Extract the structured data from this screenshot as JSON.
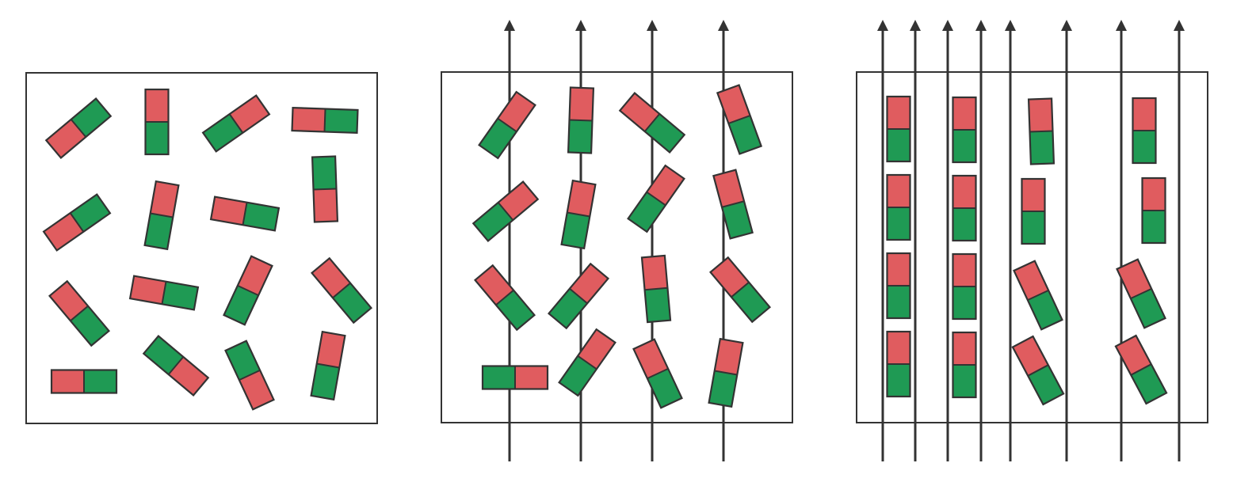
{
  "colors": {
    "north": "#e05c5f",
    "south": "#1f9a54",
    "outline": "#333333",
    "field_line": "#333333",
    "background": "#ffffff"
  },
  "panels": [
    {
      "id": "random-domains",
      "field_lines": 0,
      "magnets": [
        {
          "angle": -130,
          "flipped": false
        },
        {
          "angle": 0,
          "flipped": false
        },
        {
          "angle": 55,
          "flipped": false
        },
        {
          "angle": -88,
          "flipped": false
        },
        {
          "angle": 55,
          "flipped": true
        },
        {
          "angle": 10,
          "flipped": false
        },
        {
          "angle": 100,
          "flipped": true
        },
        {
          "angle": 178,
          "flipped": false
        },
        {
          "angle": 140,
          "flipped": true
        },
        {
          "angle": -80,
          "flipped": false
        },
        {
          "angle": 25,
          "flipped": false
        },
        {
          "angle": -40,
          "flipped": false
        },
        {
          "angle": -90,
          "flipped": false
        },
        {
          "angle": 130,
          "flipped": false
        },
        {
          "angle": 155,
          "flipped": false
        },
        {
          "angle": 10,
          "flipped": false
        }
      ]
    },
    {
      "id": "partial-alignment",
      "field_lines": 4,
      "magnets": [
        {
          "angle": 35,
          "flipped": false
        },
        {
          "angle": 2,
          "flipped": false
        },
        {
          "angle": -50,
          "flipped": false
        },
        {
          "angle": -20,
          "flipped": false
        },
        {
          "angle": 50,
          "flipped": false
        },
        {
          "angle": 10,
          "flipped": false
        },
        {
          "angle": 35,
          "flipped": false
        },
        {
          "angle": -15,
          "flipped": false
        },
        {
          "angle": -40,
          "flipped": false
        },
        {
          "angle": 40,
          "flipped": false
        },
        {
          "angle": -5,
          "flipped": false
        },
        {
          "angle": -40,
          "flipped": false
        },
        {
          "angle": -90,
          "flipped": true
        },
        {
          "angle": 35,
          "flipped": false
        },
        {
          "angle": -25,
          "flipped": false
        },
        {
          "angle": 10,
          "flipped": false
        }
      ]
    },
    {
      "id": "full-alignment",
      "field_lines": 8,
      "magnets": [
        {
          "angle": 0,
          "flipped": false
        },
        {
          "angle": 0,
          "flipped": false
        },
        {
          "angle": -2,
          "flipped": false
        },
        {
          "angle": 0,
          "flipped": false
        },
        {
          "angle": 0,
          "flipped": false
        },
        {
          "angle": 0,
          "flipped": false
        },
        {
          "angle": 0,
          "flipped": false
        },
        {
          "angle": 0,
          "flipped": false
        },
        {
          "angle": 0,
          "flipped": false
        },
        {
          "angle": 0,
          "flipped": false
        },
        {
          "angle": -25,
          "flipped": false
        },
        {
          "angle": -25,
          "flipped": false
        },
        {
          "angle": 0,
          "flipped": false
        },
        {
          "angle": 0,
          "flipped": false
        },
        {
          "angle": -28,
          "flipped": false
        },
        {
          "angle": -28,
          "flipped": false
        }
      ]
    }
  ]
}
